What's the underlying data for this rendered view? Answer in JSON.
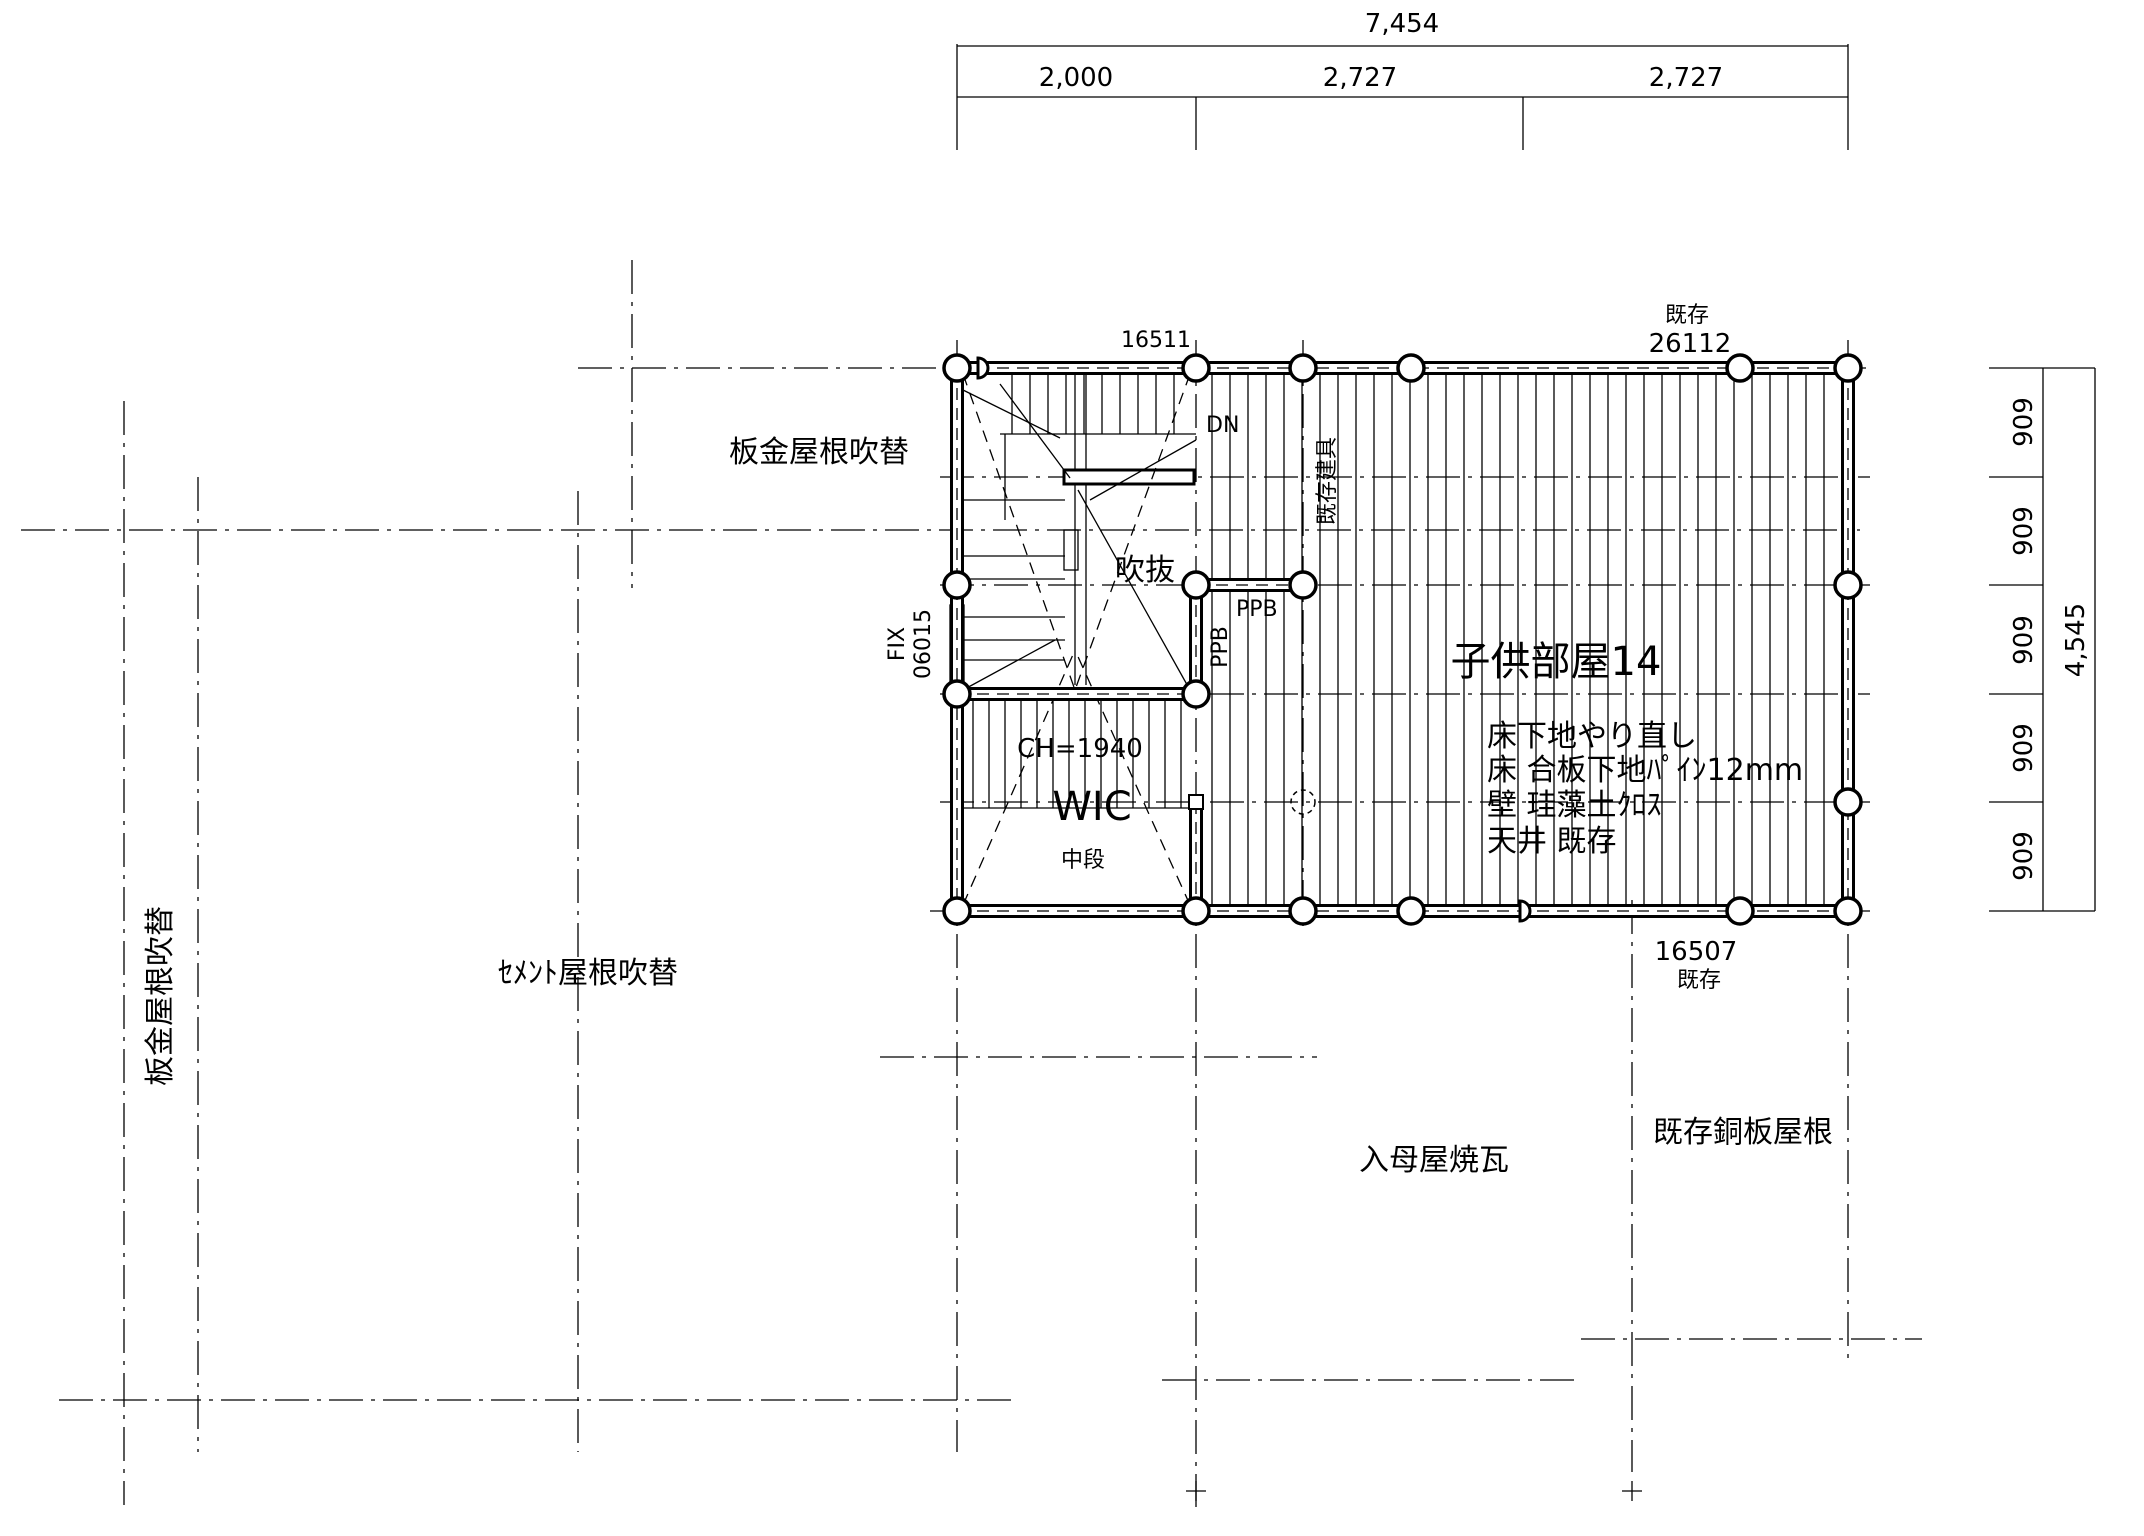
{
  "dimensions": {
    "overall_width": "7,454",
    "spans": [
      "2,000",
      "2,727",
      "2,727"
    ],
    "overall_depth": "4,545",
    "rows": [
      "909",
      "909",
      "909",
      "909",
      "909"
    ]
  },
  "labels": {
    "roof_sheet_metal_top": "板金屋根吹替",
    "roof_cement": "ｾﾒﾝﾄ屋根吹替",
    "roof_sheet_metal_left": "板金屋根吹替",
    "roof_irimoya": "入母屋焼瓦",
    "roof_existing_copper": "既存銅板屋根",
    "room_name": "子供部屋14",
    "notes": [
      "床下地やり直し",
      "床 合板下地ﾊﾟｲﾝ12mm",
      "壁 珪藻土ｸﾛｽ",
      "天井 既存"
    ],
    "window_top_existing": "既存",
    "window_top_code": "26112",
    "window_bottom_code": "16507",
    "window_bottom_existing": "既存",
    "window_stair_code": "16511",
    "stair_dn": "DN",
    "existing_fitting": "既存建具",
    "void": "吹抜",
    "ppb_horizontal": "PPB",
    "ppb_vertical": "PPB",
    "fix_label": "FIX",
    "fix_code": "06015",
    "ceiling_height": "CH=1940",
    "wic": "WIC",
    "middle_shelf": "中段"
  }
}
